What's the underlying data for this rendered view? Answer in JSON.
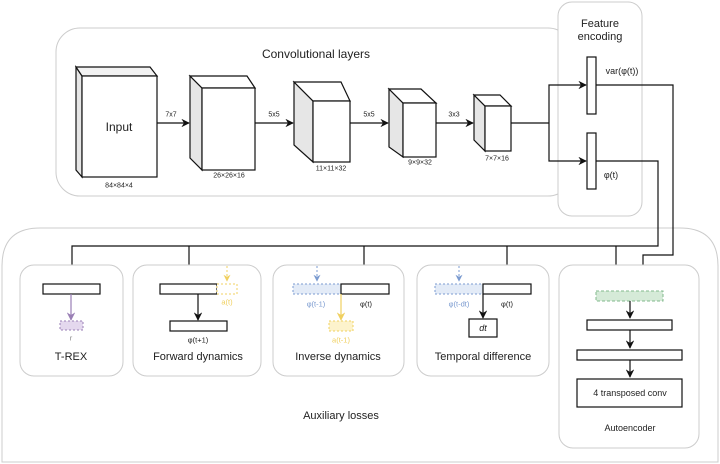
{
  "groups": {
    "conv": "Convolutional layers",
    "feature": [
      "Feature",
      "encoding"
    ],
    "aux": "Auxiliary losses"
  },
  "conv": {
    "input_label": "Input",
    "layers": [
      {
        "dims": "84×84×4"
      },
      {
        "kernel": "7x7",
        "dims": "26×26×16"
      },
      {
        "kernel": "5x5",
        "dims": "11×11×32"
      },
      {
        "kernel": "5x5",
        "dims": "9×9×32"
      },
      {
        "kernel": "3x3",
        "dims": "7×7×16"
      }
    ]
  },
  "features": {
    "var": "var(φ(t))",
    "phi": "φ(t)"
  },
  "modules": {
    "trex": {
      "title": "T-REX",
      "output": "r"
    },
    "forward": {
      "title": "Forward dynamics",
      "action": "a(t)",
      "output": "φ(t+1)"
    },
    "inverse": {
      "title": "Inverse dynamics",
      "prev": "φ(t-1)",
      "cur": "φ(t)",
      "output": "a(t-1)"
    },
    "temporal": {
      "title": "Temporal difference",
      "prev": "φ(t-dt)",
      "cur": "φ(t)",
      "output": "dt"
    },
    "autoencoder": {
      "title": "Autoencoder",
      "decoder": "4 transposed conv"
    }
  },
  "colors": {
    "line": "#111111",
    "group_border": "#cccccc",
    "purple": "#9a7fb5",
    "purple_fill": "#e4d8ee",
    "yellow": "#f0d060",
    "blue": "#7b9bd0",
    "blue_fill": "#e3ebf7",
    "green": "#82b98d",
    "green_fill": "#d5ead8"
  }
}
